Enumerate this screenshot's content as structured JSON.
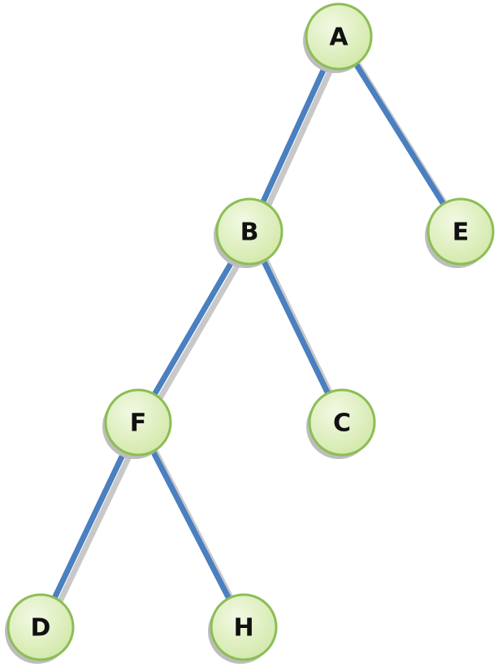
{
  "diagram": {
    "type": "binary-tree",
    "colors": {
      "edge": "#4a7fc0",
      "edge_shadow": "#c8c8c8",
      "node_fill_light": "#f2f9e4",
      "node_fill_dark": "#d2e8a8",
      "node_stroke": "#8dbd55",
      "node_shadow": "#bdbdbd",
      "label": "#111111"
    },
    "nodes": [
      {
        "id": "A",
        "label": "A"
      },
      {
        "id": "B",
        "label": "B"
      },
      {
        "id": "E",
        "label": "E"
      },
      {
        "id": "F",
        "label": "F"
      },
      {
        "id": "C",
        "label": "C"
      },
      {
        "id": "D",
        "label": "D"
      },
      {
        "id": "H",
        "label": "H"
      }
    ],
    "edges": [
      {
        "from": "A",
        "to": "B"
      },
      {
        "from": "A",
        "to": "E"
      },
      {
        "from": "B",
        "to": "F"
      },
      {
        "from": "B",
        "to": "C"
      },
      {
        "from": "F",
        "to": "D"
      },
      {
        "from": "F",
        "to": "H"
      }
    ]
  }
}
